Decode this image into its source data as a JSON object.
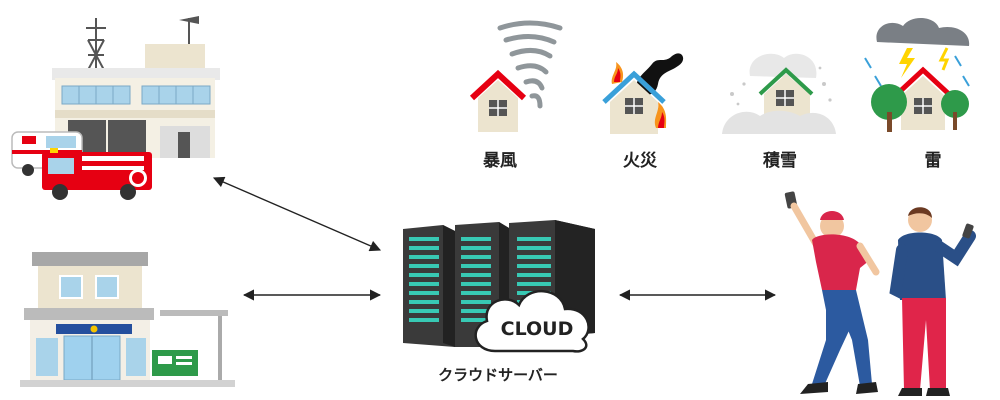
{
  "hazards": {
    "storm": "暴風",
    "fire": "火災",
    "snow": "積雪",
    "thunder": "雷"
  },
  "server": {
    "cloud_label": "CLOUD",
    "caption": "クラウドサーバー"
  },
  "colors": {
    "fire_red": "#e60012",
    "server_body": "#3a3a3a",
    "server_led": "#38c9b4",
    "shirt_red": "#d9264b",
    "shirt_blue": "#2a4f87",
    "pants_blue": "#2c5aa0",
    "pants_red": "#e0254a"
  }
}
